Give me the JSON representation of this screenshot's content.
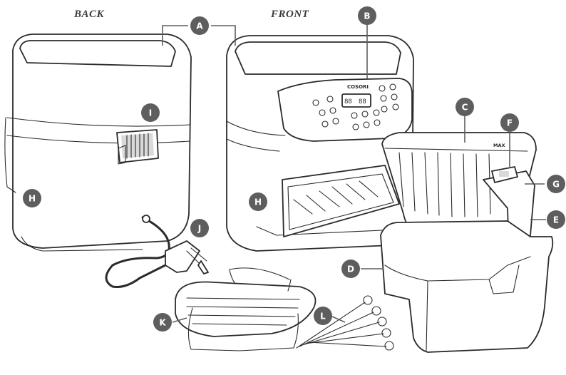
{
  "view_titles": {
    "back": "BACK",
    "front": "FRONT"
  },
  "callouts": [
    {
      "id": "A",
      "part": "main-unit"
    },
    {
      "id": "B",
      "part": "control-panel"
    },
    {
      "id": "C",
      "part": "basket"
    },
    {
      "id": "F",
      "part": "button-guard"
    },
    {
      "id": "G",
      "part": "basket-release-button"
    },
    {
      "id": "E",
      "part": "basket-handle"
    },
    {
      "id": "I",
      "part": "air-outlet"
    },
    {
      "id": "H",
      "part": "main-unit-front"
    },
    {
      "id": "H",
      "part": "main-unit-back"
    },
    {
      "id": "J",
      "part": "power-cord"
    },
    {
      "id": "D",
      "part": "outer-basket"
    },
    {
      "id": "K",
      "part": "rack"
    },
    {
      "id": "L",
      "part": "skewers"
    }
  ],
  "panel": {
    "brand": "COSORI",
    "display_left": "88",
    "display_right": "88"
  },
  "basket_marking": "MAX"
}
